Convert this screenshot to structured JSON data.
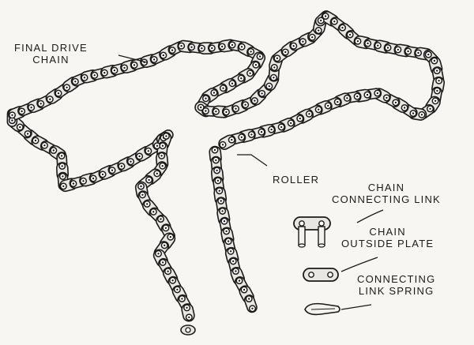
{
  "labels": {
    "final_drive_chain": [
      "FINAL DRIVE",
      "CHAIN"
    ],
    "roller": "ROLLER",
    "connecting_link": [
      "CHAIN",
      "CONNECTING LINK"
    ],
    "outside_plate": [
      "CHAIN",
      "OUTSIDE PLATE"
    ],
    "link_spring": [
      "CONNECTING",
      "LINK SPRING"
    ]
  },
  "colors": {
    "background": "#f7f6f2",
    "ink": "#1b1b1b",
    "link_fill": "#e9e7e1",
    "roller_fill": "#ffffff"
  }
}
